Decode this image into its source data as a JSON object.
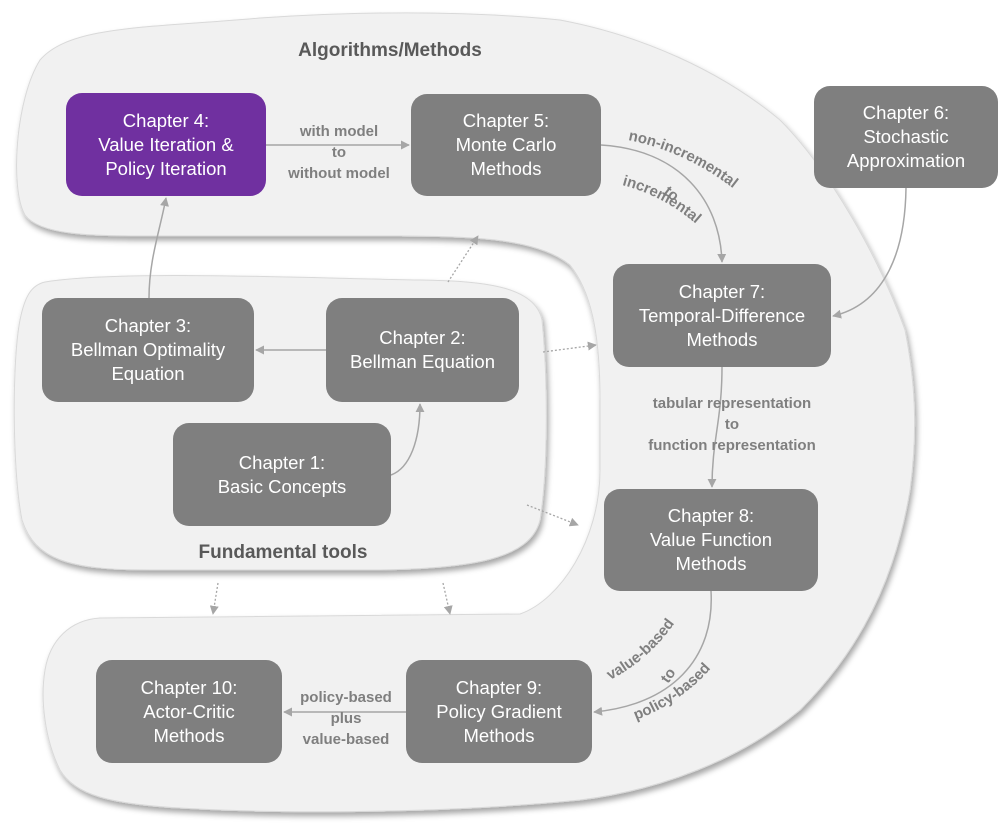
{
  "diagram": {
    "regions": {
      "algorithms": {
        "label": "Algorithms/Methods"
      },
      "fundamentals": {
        "label": "Fundamental tools"
      }
    },
    "colors": {
      "region_fill": "#f1f1f1",
      "chapter_fill": "#7f7f7f",
      "highlight_fill": "#7030a0",
      "chapter_text": "#ffffff",
      "arrow": "#a6a6a6",
      "edge_label": "#7f7f7f",
      "region_label": "#595959"
    },
    "chapters": {
      "ch1": {
        "lines": [
          "Chapter 1:",
          "Basic Concepts"
        ]
      },
      "ch2": {
        "lines": [
          "Chapter 2:",
          "Bellman Equation"
        ]
      },
      "ch3": {
        "lines": [
          "Chapter 3:",
          "Bellman Optimality",
          "Equation"
        ]
      },
      "ch4": {
        "lines": [
          "Chapter 4:",
          "Value Iteration &",
          "Policy Iteration"
        ],
        "highlighted": true
      },
      "ch5": {
        "lines": [
          "Chapter 5:",
          "Monte Carlo",
          "Methods"
        ]
      },
      "ch6": {
        "lines": [
          "Chapter 6:",
          "Stochastic",
          "Approximation"
        ]
      },
      "ch7": {
        "lines": [
          "Chapter 7:",
          "Temporal-Difference",
          "Methods"
        ]
      },
      "ch8": {
        "lines": [
          "Chapter 8:",
          "Value Function",
          "Methods"
        ]
      },
      "ch9": {
        "lines": [
          "Chapter 9:",
          "Policy Gradient",
          "Methods"
        ]
      },
      "ch10": {
        "lines": [
          "Chapter 10:",
          "Actor-Critic",
          "Methods"
        ]
      }
    },
    "edges": [
      {
        "from": "ch1",
        "to": "ch2",
        "style": "solid"
      },
      {
        "from": "ch2",
        "to": "ch3",
        "style": "solid"
      },
      {
        "from": "ch3",
        "to": "ch4",
        "style": "solid"
      },
      {
        "from": "ch4",
        "to": "ch5",
        "style": "solid",
        "label": [
          "with model",
          "to",
          "without model"
        ]
      },
      {
        "from": "ch5",
        "to": "ch7",
        "style": "solid",
        "label": [
          "non-incremental",
          "to",
          "incremental"
        ]
      },
      {
        "from": "ch6",
        "to": "ch7",
        "style": "solid"
      },
      {
        "from": "ch7",
        "to": "ch8",
        "style": "solid",
        "label": [
          "tabular representation",
          "to",
          "function representation"
        ]
      },
      {
        "from": "ch8",
        "to": "ch9",
        "style": "solid",
        "label": [
          "value-based",
          "to",
          "policy-based"
        ]
      },
      {
        "from": "ch9",
        "to": "ch10",
        "style": "solid",
        "label": [
          "policy-based",
          "plus",
          "value-based"
        ]
      },
      {
        "from": "fundamentals",
        "to": "algorithms-top",
        "style": "dotted"
      },
      {
        "from": "fundamentals",
        "to": "ch7-area",
        "style": "dotted"
      },
      {
        "from": "fundamentals",
        "to": "ch8-area",
        "style": "dotted"
      },
      {
        "from": "fundamentals",
        "to": "ch10-area",
        "style": "dotted"
      },
      {
        "from": "fundamentals",
        "to": "ch9-area",
        "style": "dotted"
      }
    ]
  }
}
